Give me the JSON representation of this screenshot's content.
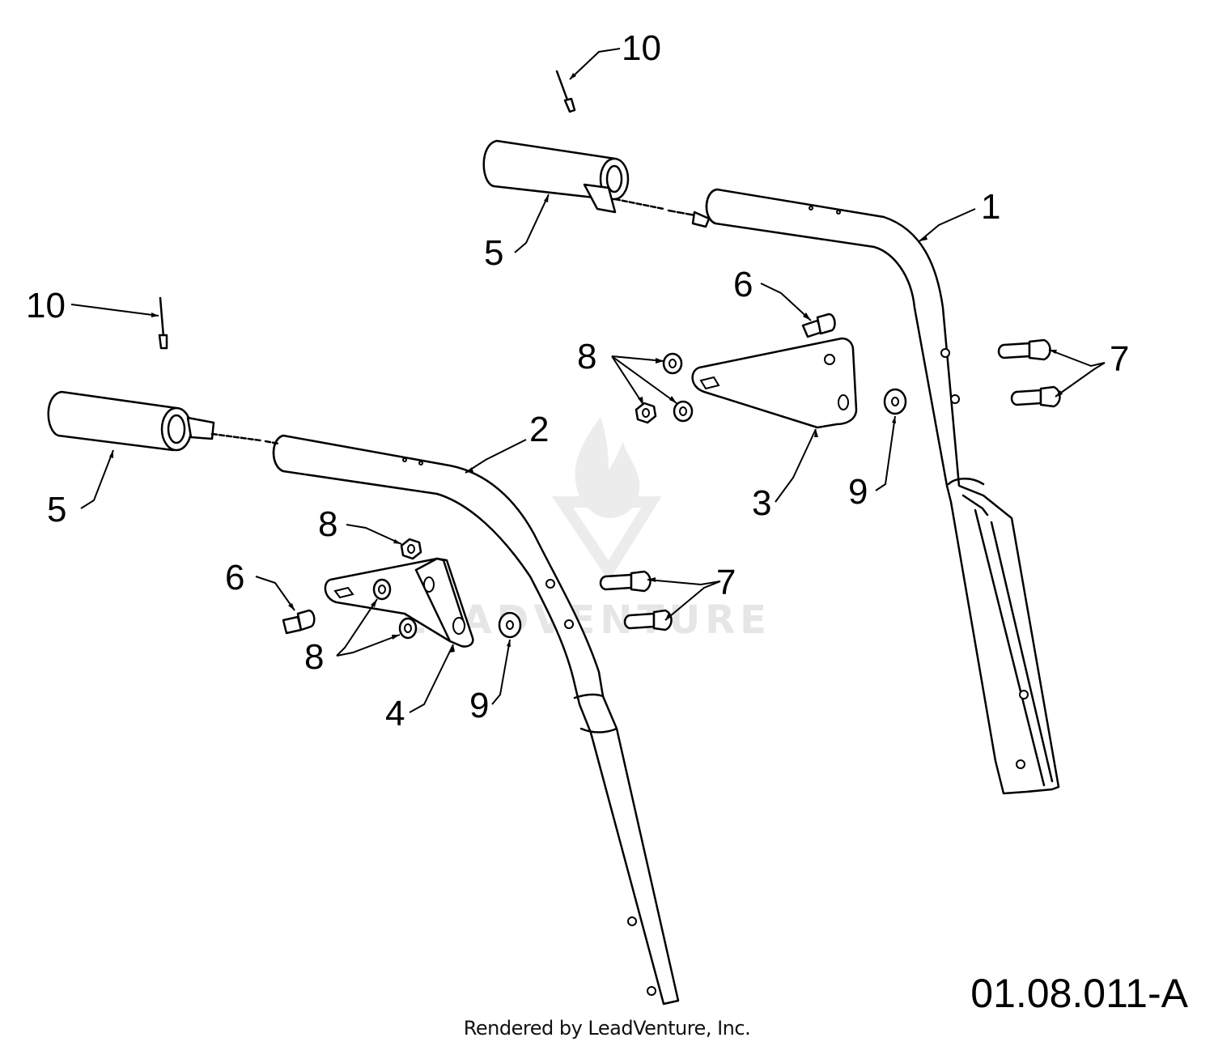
{
  "callouts": {
    "c1": "1",
    "c2": "2",
    "c3": "3",
    "c4": "4",
    "c5a": "5",
    "c5b": "5",
    "c6a": "6",
    "c6b": "6",
    "c7a": "7",
    "c7b": "7",
    "c8a": "8",
    "c8b": "8",
    "c8c": "8",
    "c9a": "9",
    "c9b": "9",
    "c10a": "10",
    "c10b": "10"
  },
  "diagram_code": "01.08.011-A",
  "credit": "Rendered by LeadVenture, Inc.",
  "watermark": "LEADVENTURE"
}
